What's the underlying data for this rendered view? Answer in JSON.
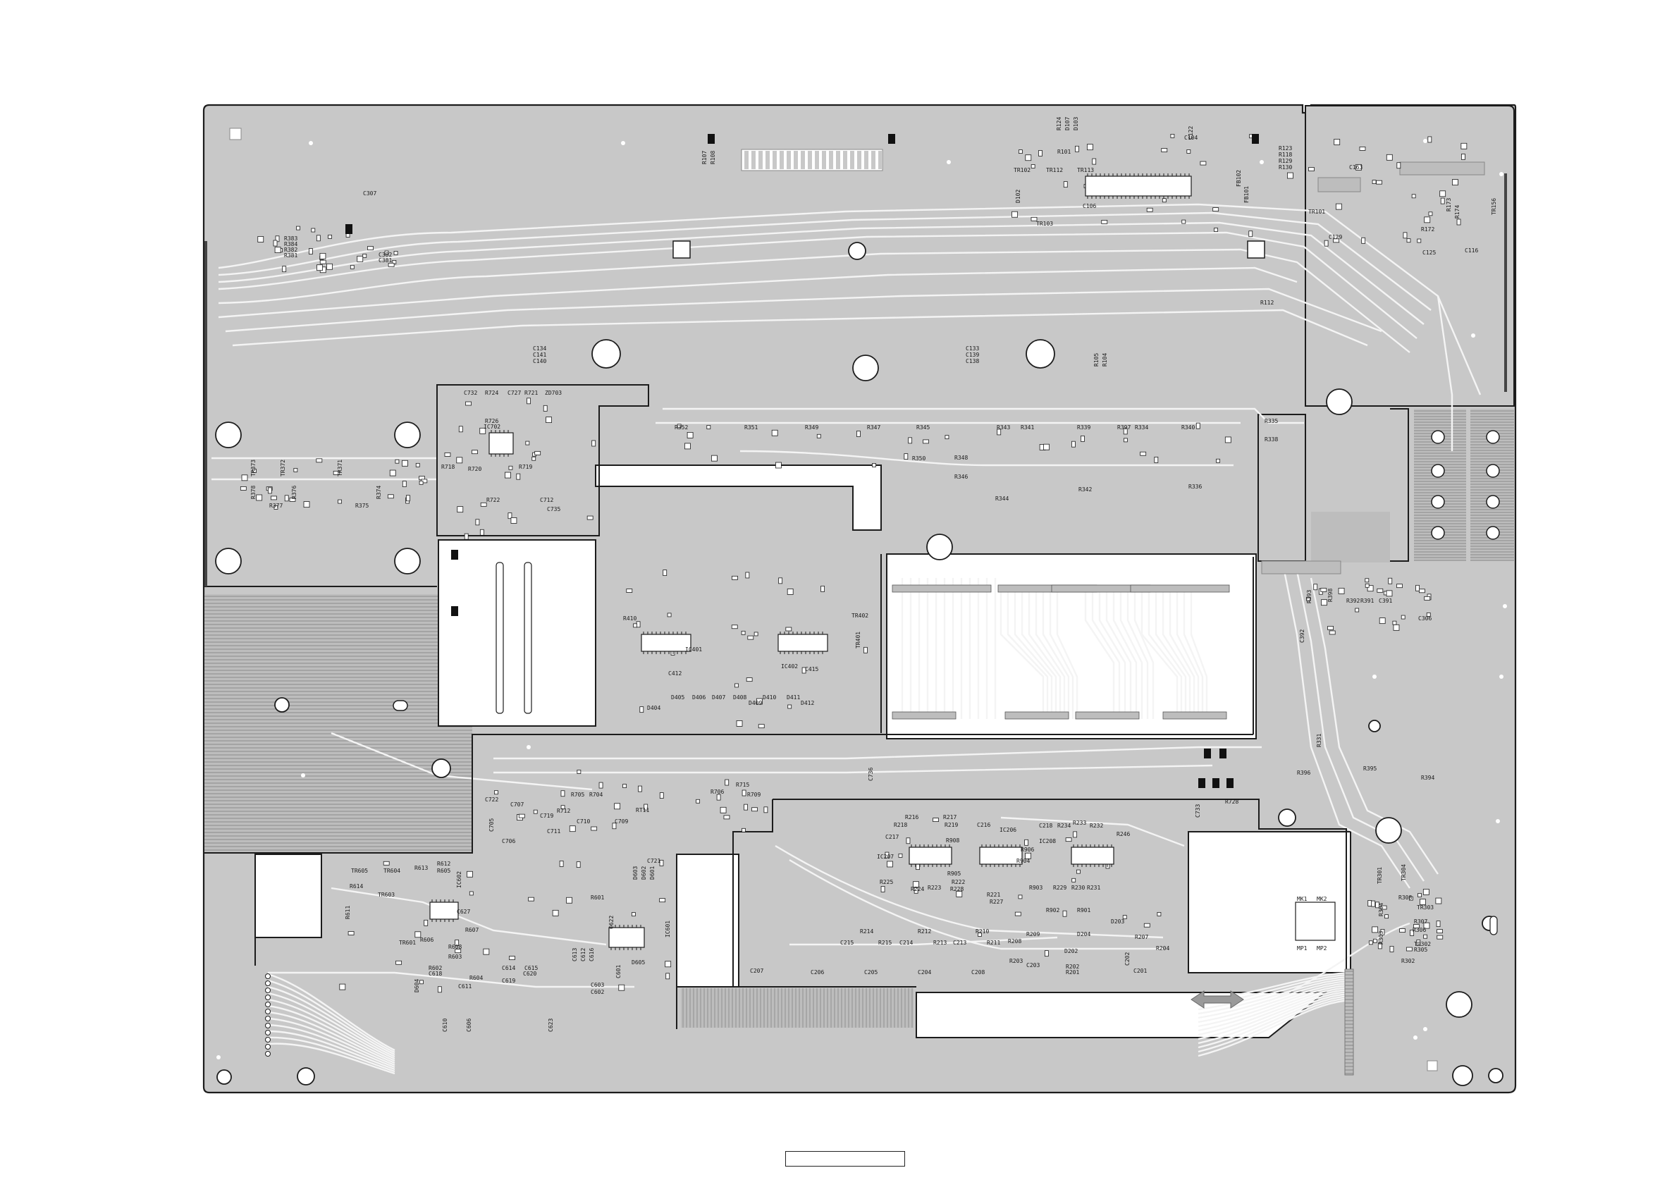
{
  "board": {
    "colors": {
      "board_fill": "#c8c8c8",
      "trace": "#f4f4f4",
      "outline": "#1c1c1c",
      "pad": "#ffffff",
      "ink": "#1a1a1a",
      "background": "#ffffff"
    },
    "footer_text": ""
  },
  "components": [
    {
      "id": "c1",
      "text": "C307"
    },
    {
      "id": "c2",
      "text": "R383"
    },
    {
      "id": "c3",
      "text": "R384"
    },
    {
      "id": "c4",
      "text": "R382"
    },
    {
      "id": "c5",
      "text": "R381"
    },
    {
      "id": "c6",
      "text": "C382"
    },
    {
      "id": "c7",
      "text": "C381"
    },
    {
      "id": "c8",
      "text": "R107"
    },
    {
      "id": "c9",
      "text": "R108"
    },
    {
      "id": "c10",
      "text": "R101"
    },
    {
      "id": "c11",
      "text": "R124"
    },
    {
      "id": "c12",
      "text": "D107"
    },
    {
      "id": "c13",
      "text": "D103"
    },
    {
      "id": "c14",
      "text": "D102"
    },
    {
      "id": "c15",
      "text": "TR102"
    },
    {
      "id": "c16",
      "text": "TR112"
    },
    {
      "id": "c17",
      "text": "TR113"
    },
    {
      "id": "c18",
      "text": "C106"
    },
    {
      "id": "c19",
      "text": "TR103"
    },
    {
      "id": "c20",
      "text": "C104"
    },
    {
      "id": "c21",
      "text": "C122"
    },
    {
      "id": "c22",
      "text": "R123"
    },
    {
      "id": "c23",
      "text": "R118"
    },
    {
      "id": "c24",
      "text": "R129"
    },
    {
      "id": "c25",
      "text": "R130"
    },
    {
      "id": "c26",
      "text": "C163"
    },
    {
      "id": "c27",
      "text": "FB101"
    },
    {
      "id": "c28",
      "text": "FB102"
    },
    {
      "id": "c29",
      "text": "TR101"
    },
    {
      "id": "c30",
      "text": "C129"
    },
    {
      "id": "c31",
      "text": "R172"
    },
    {
      "id": "c32",
      "text": "R173"
    },
    {
      "id": "c33",
      "text": "R174"
    },
    {
      "id": "c34",
      "text": "TR156"
    },
    {
      "id": "c35",
      "text": "C125"
    },
    {
      "id": "c36",
      "text": "C116"
    },
    {
      "id": "c37",
      "text": "R112"
    },
    {
      "id": "c38",
      "text": "C134"
    },
    {
      "id": "c39",
      "text": "C141"
    },
    {
      "id": "c40",
      "text": "C140"
    },
    {
      "id": "c41",
      "text": "C133"
    },
    {
      "id": "c42",
      "text": "C139"
    },
    {
      "id": "c43",
      "text": "C138"
    },
    {
      "id": "c44",
      "text": "R105"
    },
    {
      "id": "c45",
      "text": "R104"
    },
    {
      "id": "c46",
      "text": "C732"
    },
    {
      "id": "c47",
      "text": "R724"
    },
    {
      "id": "c48",
      "text": "C727"
    },
    {
      "id": "c49",
      "text": "R721"
    },
    {
      "id": "c50",
      "text": "ZD703"
    },
    {
      "id": "c51",
      "text": "R726"
    },
    {
      "id": "c52",
      "text": "IC702"
    },
    {
      "id": "c53",
      "text": "R719"
    },
    {
      "id": "c54",
      "text": "R718"
    },
    {
      "id": "c55",
      "text": "R720"
    },
    {
      "id": "c56",
      "text": "R722"
    },
    {
      "id": "c57",
      "text": "C712"
    },
    {
      "id": "c58",
      "text": "C735"
    },
    {
      "id": "c59",
      "text": "R352"
    },
    {
      "id": "c60",
      "text": "R351"
    },
    {
      "id": "c61",
      "text": "R349"
    },
    {
      "id": "c62",
      "text": "R347"
    },
    {
      "id": "c63",
      "text": "R345"
    },
    {
      "id": "c64",
      "text": "R343"
    },
    {
      "id": "c65",
      "text": "R341"
    },
    {
      "id": "c66",
      "text": "R339"
    },
    {
      "id": "c67",
      "text": "R397"
    },
    {
      "id": "c68",
      "text": "R334"
    },
    {
      "id": "c69",
      "text": "R340"
    },
    {
      "id": "c70",
      "text": "R335"
    },
    {
      "id": "c71",
      "text": "R338"
    },
    {
      "id": "c72",
      "text": "R350"
    },
    {
      "id": "c73",
      "text": "R348"
    },
    {
      "id": "c74",
      "text": "R346"
    },
    {
      "id": "c75",
      "text": "R344"
    },
    {
      "id": "c76",
      "text": "R342"
    },
    {
      "id": "c77",
      "text": "R336"
    },
    {
      "id": "c78",
      "text": "TR373"
    },
    {
      "id": "c79",
      "text": "TR372"
    },
    {
      "id": "c80",
      "text": "TR371"
    },
    {
      "id": "c81",
      "text": "R378"
    },
    {
      "id": "c82",
      "text": "R376"
    },
    {
      "id": "c83",
      "text": "R374"
    },
    {
      "id": "c84",
      "text": "R377"
    },
    {
      "id": "c85",
      "text": "R375"
    },
    {
      "id": "c86",
      "text": "R410"
    },
    {
      "id": "c87",
      "text": "IC401"
    },
    {
      "id": "c88",
      "text": "IC402"
    },
    {
      "id": "c89",
      "text": "C415"
    },
    {
      "id": "c90",
      "text": "C412"
    },
    {
      "id": "c91",
      "text": "TR402"
    },
    {
      "id": "c92",
      "text": "TR401"
    },
    {
      "id": "c93",
      "text": "D404"
    },
    {
      "id": "c94",
      "text": "D405"
    },
    {
      "id": "c95",
      "text": "D406"
    },
    {
      "id": "c96",
      "text": "D407"
    },
    {
      "id": "c97",
      "text": "D408"
    },
    {
      "id": "c98",
      "text": "D409"
    },
    {
      "id": "c99",
      "text": "D410"
    },
    {
      "id": "c100",
      "text": "D411"
    },
    {
      "id": "c101",
      "text": "D412"
    },
    {
      "id": "c102",
      "text": "R393"
    },
    {
      "id": "c103",
      "text": "R398"
    },
    {
      "id": "c104",
      "text": "R392"
    },
    {
      "id": "c105",
      "text": "R391"
    },
    {
      "id": "c106",
      "text": "C391"
    },
    {
      "id": "c107",
      "text": "C306"
    },
    {
      "id": "c108",
      "text": "C392"
    },
    {
      "id": "c109",
      "text": "R396"
    },
    {
      "id": "c110",
      "text": "R395"
    },
    {
      "id": "c111",
      "text": "R394"
    },
    {
      "id": "c112",
      "text": "R331"
    },
    {
      "id": "c113",
      "text": "C722"
    },
    {
      "id": "c114",
      "text": "C707"
    },
    {
      "id": "c115",
      "text": "C705"
    },
    {
      "id": "c116",
      "text": "C706"
    },
    {
      "id": "c117",
      "text": "C719"
    },
    {
      "id": "c118",
      "text": "C711"
    },
    {
      "id": "c119",
      "text": "R712"
    },
    {
      "id": "c120",
      "text": "C710"
    },
    {
      "id": "c121",
      "text": "R705"
    },
    {
      "id": "c122",
      "text": "C709"
    },
    {
      "id": "c123",
      "text": "RT11"
    },
    {
      "id": "c124",
      "text": "R704"
    },
    {
      "id": "c125",
      "text": "R706"
    },
    {
      "id": "c126",
      "text": "R715"
    },
    {
      "id": "c127",
      "text": "R709"
    },
    {
      "id": "c128",
      "text": "C721"
    },
    {
      "id": "c129",
      "text": "C736"
    },
    {
      "id": "c130",
      "text": "C733"
    },
    {
      "id": "c131",
      "text": "R728"
    },
    {
      "id": "c132",
      "text": "R216"
    },
    {
      "id": "c133",
      "text": "R217"
    },
    {
      "id": "c134",
      "text": "R218"
    },
    {
      "id": "c135",
      "text": "R219"
    },
    {
      "id": "c136",
      "text": "C216"
    },
    {
      "id": "c137",
      "text": "IC206"
    },
    {
      "id": "c138",
      "text": "C218"
    },
    {
      "id": "c139",
      "text": "R233"
    },
    {
      "id": "c140",
      "text": "R232"
    },
    {
      "id": "c141",
      "text": "R234"
    },
    {
      "id": "c142",
      "text": "R246"
    },
    {
      "id": "c143",
      "text": "C217"
    },
    {
      "id": "c144",
      "text": "R908"
    },
    {
      "id": "c145",
      "text": "IC207"
    },
    {
      "id": "c146",
      "text": "R906"
    },
    {
      "id": "c147",
      "text": "R904"
    },
    {
      "id": "c148",
      "text": "IC208"
    },
    {
      "id": "c149",
      "text": "R905"
    },
    {
      "id": "c150",
      "text": "R225"
    },
    {
      "id": "c151",
      "text": "R224"
    },
    {
      "id": "c152",
      "text": "R223"
    },
    {
      "id": "c153",
      "text": "R222"
    },
    {
      "id": "c154",
      "text": "R228"
    },
    {
      "id": "c155",
      "text": "R903"
    },
    {
      "id": "c156",
      "text": "R229"
    },
    {
      "id": "c157",
      "text": "R230"
    },
    {
      "id": "c158",
      "text": "R231"
    },
    {
      "id": "c159",
      "text": "R221"
    },
    {
      "id": "c160",
      "text": "R227"
    },
    {
      "id": "c161",
      "text": "R902"
    },
    {
      "id": "c162",
      "text": "R901"
    },
    {
      "id": "c163",
      "text": "D203"
    },
    {
      "id": "c164",
      "text": "R214"
    },
    {
      "id": "c165",
      "text": "R212"
    },
    {
      "id": "c166",
      "text": "R210"
    },
    {
      "id": "c167",
      "text": "C215"
    },
    {
      "id": "c168",
      "text": "R215"
    },
    {
      "id": "c169",
      "text": "C214"
    },
    {
      "id": "c170",
      "text": "R213"
    },
    {
      "id": "c171",
      "text": "C213"
    },
    {
      "id": "c172",
      "text": "R211"
    },
    {
      "id": "c173",
      "text": "R209"
    },
    {
      "id": "c174",
      "text": "R208"
    },
    {
      "id": "c175",
      "text": "R207"
    },
    {
      "id": "c176",
      "text": "R204"
    },
    {
      "id": "c177",
      "text": "R203"
    },
    {
      "id": "c178",
      "text": "C203"
    },
    {
      "id": "c179",
      "text": "D204"
    },
    {
      "id": "c180",
      "text": "D202"
    },
    {
      "id": "c181",
      "text": "R202"
    },
    {
      "id": "c182",
      "text": "R201"
    },
    {
      "id": "c183",
      "text": "C201"
    },
    {
      "id": "c184",
      "text": "C207"
    },
    {
      "id": "c185",
      "text": "C206"
    },
    {
      "id": "c186",
      "text": "C205"
    },
    {
      "id": "c187",
      "text": "C204"
    },
    {
      "id": "c188",
      "text": "C208"
    },
    {
      "id": "c189",
      "text": "C202"
    },
    {
      "id": "c190",
      "text": "TR605"
    },
    {
      "id": "c191",
      "text": "TR604"
    },
    {
      "id": "c192",
      "text": "R613"
    },
    {
      "id": "c193",
      "text": "R612"
    },
    {
      "id": "c194",
      "text": "R605"
    },
    {
      "id": "c195",
      "text": "IC602"
    },
    {
      "id": "c196",
      "text": "R614"
    },
    {
      "id": "c197",
      "text": "TR603"
    },
    {
      "id": "c198",
      "text": "C627"
    },
    {
      "id": "c199",
      "text": "R611"
    },
    {
      "id": "c200",
      "text": "R607"
    },
    {
      "id": "c201",
      "text": "R606"
    },
    {
      "id": "c202",
      "text": "TR601"
    },
    {
      "id": "c203",
      "text": "R608"
    },
    {
      "id": "c204",
      "text": "R603"
    },
    {
      "id": "c205",
      "text": "R602"
    },
    {
      "id": "c206",
      "text": "C618"
    },
    {
      "id": "c207",
      "text": "D604"
    },
    {
      "id": "c208",
      "text": "C611"
    },
    {
      "id": "c209",
      "text": "R604"
    },
    {
      "id": "c210",
      "text": "C614"
    },
    {
      "id": "c211",
      "text": "C615"
    },
    {
      "id": "c212",
      "text": "C620"
    },
    {
      "id": "c213",
      "text": "C619"
    },
    {
      "id": "c214",
      "text": "C610"
    },
    {
      "id": "c215",
      "text": "C606"
    },
    {
      "id": "c216",
      "text": "C623"
    },
    {
      "id": "c217",
      "text": "R601"
    },
    {
      "id": "c218",
      "text": "C622"
    },
    {
      "id": "c219",
      "text": "IC601"
    },
    {
      "id": "c220",
      "text": "D603"
    },
    {
      "id": "c221",
      "text": "D602"
    },
    {
      "id": "c222",
      "text": "D601"
    },
    {
      "id": "c223",
      "text": "C603"
    },
    {
      "id": "c224",
      "text": "C602"
    },
    {
      "id": "c225",
      "text": "D605"
    },
    {
      "id": "c226",
      "text": "C601"
    },
    {
      "id": "c227",
      "text": "C613"
    },
    {
      "id": "c228",
      "text": "C612"
    },
    {
      "id": "c229",
      "text": "C616"
    },
    {
      "id": "c230",
      "text": "MK1"
    },
    {
      "id": "c231",
      "text": "MK2"
    },
    {
      "id": "c232",
      "text": "MP1"
    },
    {
      "id": "c233",
      "text": "MP2"
    },
    {
      "id": "c234",
      "text": "TR301"
    },
    {
      "id": "c235",
      "text": "TR304"
    },
    {
      "id": "c236",
      "text": "R308"
    },
    {
      "id": "c237",
      "text": "TR303"
    },
    {
      "id": "c238",
      "text": "R307"
    },
    {
      "id": "c239",
      "text": "R306"
    },
    {
      "id": "c240",
      "text": "TR302"
    },
    {
      "id": "c241",
      "text": "R305"
    },
    {
      "id": "c242",
      "text": "R304"
    },
    {
      "id": "c243",
      "text": "R303"
    },
    {
      "id": "c244",
      "text": "R302"
    }
  ]
}
